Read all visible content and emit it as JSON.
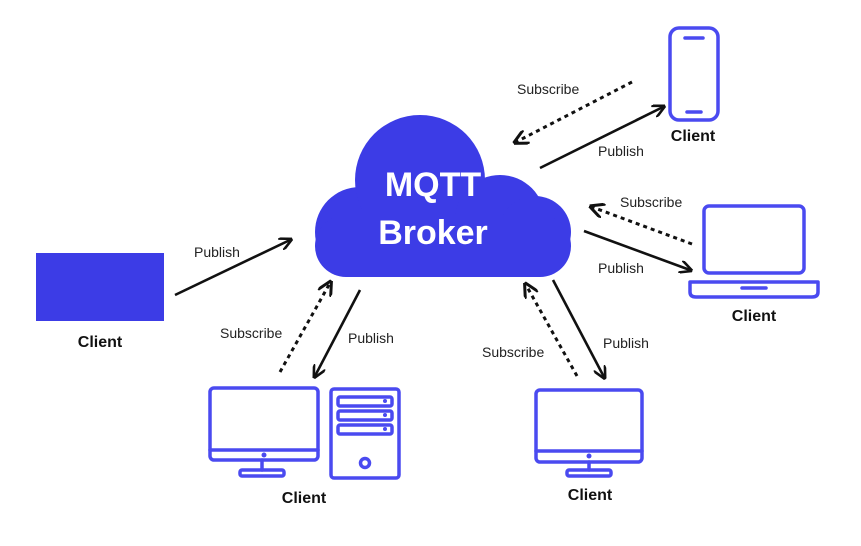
{
  "colors": {
    "broker_fill": "#3c3ce6",
    "device_stroke": "#4a4af0",
    "arrow": "#111111"
  },
  "broker": {
    "line1": "MQTT",
    "line2": "Broker"
  },
  "labels": {
    "publish": "Publish",
    "subscribe": "Subscribe",
    "client": "Client"
  },
  "clients": [
    {
      "device": "square-block-icon",
      "label": "Client",
      "publish": "Publish"
    },
    {
      "device": "monitor-and-server-icon",
      "label": "Client",
      "publish": "Publish",
      "subscribe": "Subscribe"
    },
    {
      "device": "monitor-icon",
      "label": "Client",
      "publish": "Publish",
      "subscribe": "Subscribe"
    },
    {
      "device": "laptop-icon",
      "label": "Client",
      "publish": "Publish",
      "subscribe": "Subscribe"
    },
    {
      "device": "smartphone-icon",
      "label": "Client",
      "publish": "Publish",
      "subscribe": "Subscribe"
    }
  ]
}
